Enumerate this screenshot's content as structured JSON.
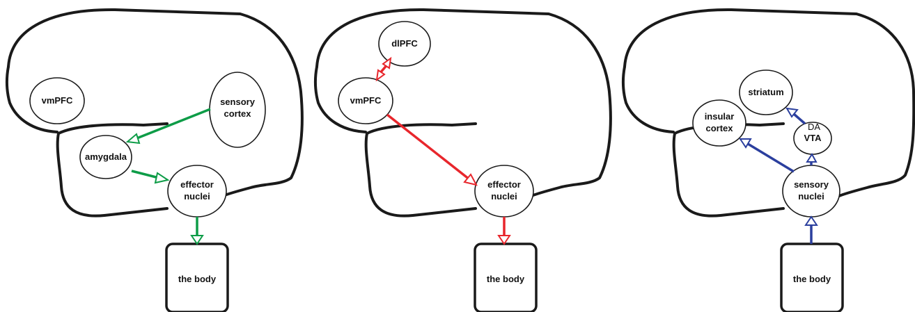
{
  "colors": {
    "outline": "#1a1a1a",
    "panel_1_arrows": "#0d9c47",
    "panel_2_arrows": "#e8262c",
    "panel_3_arrows": "#2b3f9e"
  },
  "panels": [
    {
      "nodes": {
        "vmpfc": "vmPFC",
        "sensory_cortex": [
          "sensory",
          "cortex"
        ],
        "amygdala": "amygdala",
        "effector_nuclei": [
          "effector",
          "nuclei"
        ],
        "the_body": "the body"
      },
      "edges": [
        {
          "from": "sensory cortex",
          "to": "amygdala"
        },
        {
          "from": "amygdala",
          "to": "effector nuclei"
        },
        {
          "from": "effector nuclei",
          "to": "the body"
        }
      ]
    },
    {
      "nodes": {
        "dlpfc": "dlPFC",
        "vmpfc": "vmPFC",
        "effector_nuclei": [
          "effector",
          "nuclei"
        ],
        "the_body": "the body"
      },
      "edges": [
        {
          "from": "vmPFC",
          "to": "dlPFC",
          "bidirectional": true
        },
        {
          "from": "vmPFC",
          "to": "effector nuclei"
        },
        {
          "from": "effector nuclei",
          "to": "the body"
        }
      ]
    },
    {
      "nodes": {
        "striatum": "striatum",
        "insular_cortex": [
          "insular",
          "cortex"
        ],
        "vta": "VTA",
        "sensory_nuclei": [
          "sensory",
          "nuclei"
        ],
        "the_body": "the body"
      },
      "edges_label_da": "DA",
      "edges": [
        {
          "from": "the body",
          "to": "sensory nuclei"
        },
        {
          "from": "sensory nuclei",
          "to": "insular cortex"
        },
        {
          "from": "sensory nuclei",
          "to": "VTA"
        },
        {
          "from": "VTA",
          "to": "striatum",
          "label": "DA"
        }
      ]
    }
  ]
}
